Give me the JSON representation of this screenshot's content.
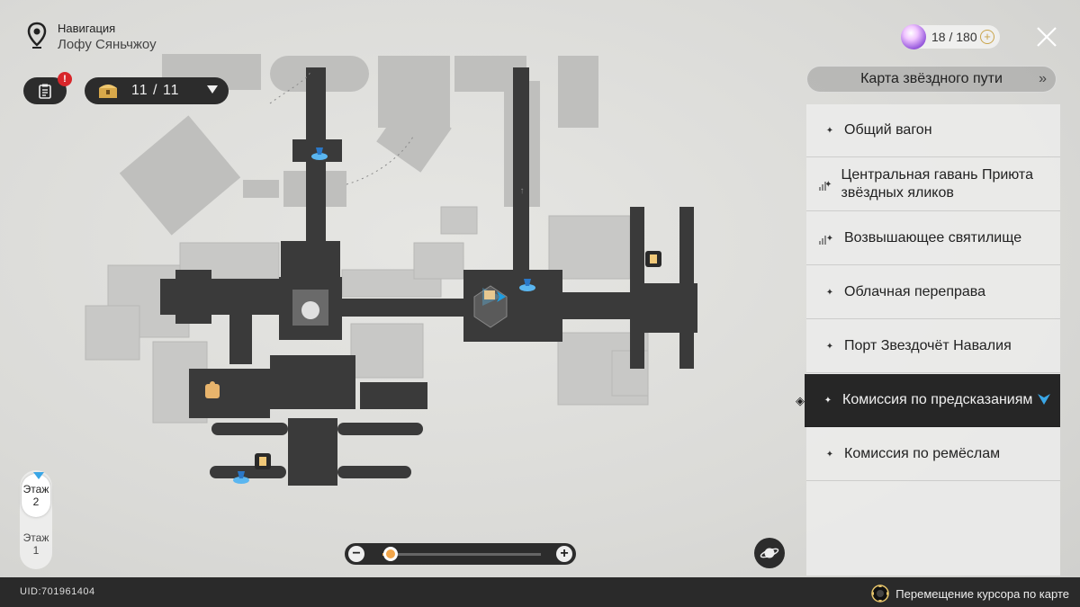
{
  "navigation": {
    "title": "Навигация",
    "location": "Лофу Сяньчжоу"
  },
  "mission": {
    "alert": "!"
  },
  "chests": {
    "count": "11 / 11"
  },
  "power": {
    "value": "18 / 180",
    "plus": "+"
  },
  "starmap": {
    "label": "Карта звёздного пути",
    "chevron": "»"
  },
  "locations": [
    {
      "label": "Общий вагон",
      "active": false
    },
    {
      "label": "Центральная гавань Приюта звёздных яликов",
      "active": false
    },
    {
      "label": "Возвышающее святилище",
      "active": false
    },
    {
      "label": "Облачная переправа",
      "active": false
    },
    {
      "label": "Порт Звездочёт Навалия",
      "active": false
    },
    {
      "label": "Комиссия по предсказаниям",
      "active": true
    },
    {
      "label": "Комиссия по ремёслам",
      "active": false
    }
  ],
  "floors": [
    {
      "label": "Этаж",
      "number": "2",
      "active": true
    },
    {
      "label": "Этаж",
      "number": "1",
      "active": false
    }
  ],
  "zoom": {
    "minus": "−",
    "plus": "+",
    "level": 0.05
  },
  "footer": {
    "uid": "UID:701961404",
    "hint": "Перемещение курсора по карте"
  },
  "colors": {
    "panel_dark": "#2c2c2c",
    "accent_blue": "#3aa6e6",
    "accent_orange": "#f2a64a",
    "alert_red": "#d8262a"
  }
}
